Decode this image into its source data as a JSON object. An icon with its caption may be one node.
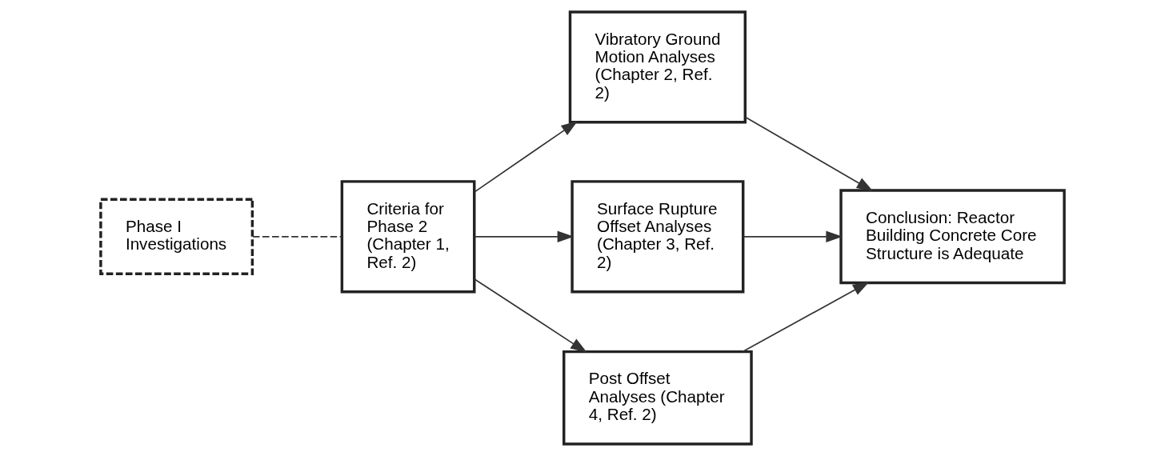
{
  "diagram": {
    "nodes": [
      {
        "text": [
          "Phase I Investigations"
        ]
      },
      {
        "text": [
          "Criteria for Phase 2 (Chapter 1, Ref. 2)"
        ]
      },
      {
        "text": [
          "Vibratory Ground Motion Analyses (Chapter 2, Ref. 2)"
        ]
      },
      {
        "text": [
          "Surface Rupture Offset Analyses (Chapter 3, Ref. 2)"
        ]
      },
      {
        "text": [
          "Post Offset Analyses (Chapter 4, Ref. 2)"
        ]
      },
      {
        "text": [
          "Conclusion: Reactor Building Concrete Core Structure is Adequate"
        ]
      }
    ],
    "edges": [
      {
        "from": 0,
        "to": 1,
        "arrow": "none",
        "style": "dashed"
      },
      {
        "from": 1,
        "to": 2,
        "arrow": "to"
      },
      {
        "from": 1,
        "to": 3,
        "arrow": "to"
      },
      {
        "from": 1,
        "to": 4,
        "arrow": "to"
      },
      {
        "from": 2,
        "to": 5,
        "arrow": "to"
      },
      {
        "from": 3,
        "to": 5,
        "arrow": "to"
      },
      {
        "from": 4,
        "to": 5,
        "arrow": "to"
      }
    ]
  }
}
